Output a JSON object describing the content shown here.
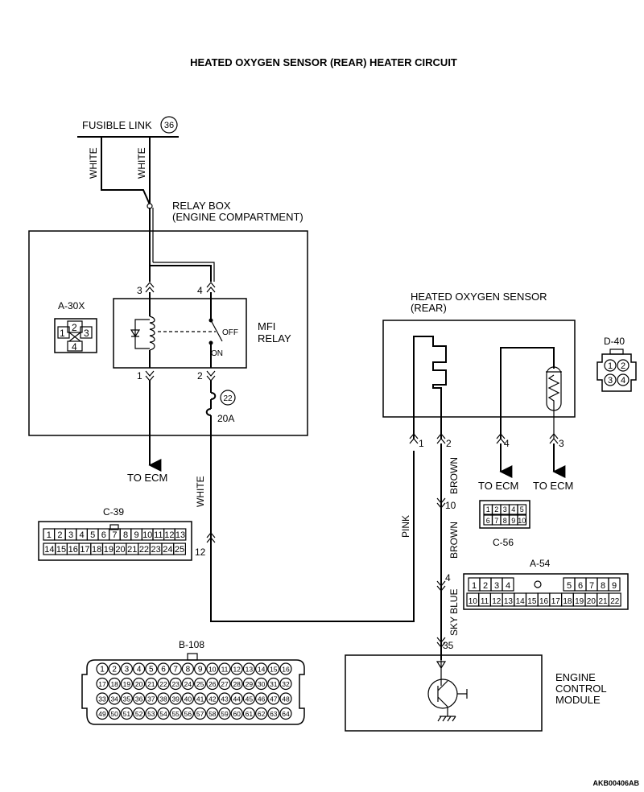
{
  "title": "HEATED OXYGEN SENSOR (REAR) HEATER CIRCUIT",
  "diagram_code": "AKB00406AB",
  "fusible_link": {
    "label": "FUSIBLE LINK",
    "number": "36"
  },
  "wire_colors": {
    "white_left": "WHITE",
    "white_right": "WHITE",
    "white_lower": "WHITE",
    "pink": "PINK",
    "brown_upper": "BROWN",
    "brown_lower": "BROWN",
    "sky_blue": "SKY BLUE"
  },
  "relay_box": {
    "line1": "RELAY BOX",
    "line2": "(ENGINE COMPARTMENT)",
    "relay_line1": "MFI",
    "relay_line2": "RELAY",
    "off_label": "OFF",
    "on_label": "ON",
    "pins": {
      "p3": "3",
      "p4": "4",
      "p1": "1",
      "p2": "2"
    }
  },
  "fuse": {
    "number": "22",
    "rating": "20A"
  },
  "to_ecm_left": "TO ECM",
  "to_ecm_mid": "TO ECM",
  "to_ecm_right": "TO ECM",
  "sensor": {
    "line1": "HEATED OXYGEN SENSOR",
    "line2": "(REAR)",
    "pins": {
      "p1": "1",
      "p2": "2",
      "p3": "3",
      "p4": "4"
    }
  },
  "connectors": {
    "a30x": {
      "name": "A-30X",
      "pins": [
        "1",
        "2",
        "3",
        "4"
      ]
    },
    "d40": {
      "name": "D-40",
      "pins": [
        "1",
        "2",
        "3",
        "4"
      ]
    },
    "c39": {
      "name": "C-39",
      "row1": [
        "1",
        "2",
        "3",
        "4",
        "5",
        "6",
        "7",
        "8",
        "9",
        "10",
        "11",
        "12",
        "13"
      ],
      "row2": [
        "14",
        "15",
        "16",
        "17",
        "18",
        "19",
        "20",
        "21",
        "22",
        "23",
        "24",
        "25"
      ],
      "pin_used": "12"
    },
    "c56": {
      "name": "C-56",
      "row1": [
        "1",
        "2",
        "3",
        "4",
        "5"
      ],
      "row2": [
        "6",
        "7",
        "8",
        "9",
        "10"
      ],
      "pin_used": "10"
    },
    "a54": {
      "name": "A-54",
      "row1": [
        "1",
        "2",
        "3",
        "4",
        "5",
        "6",
        "7",
        "8",
        "9"
      ],
      "row2": [
        "10",
        "11",
        "12",
        "13",
        "14",
        "15",
        "16",
        "17",
        "18",
        "19",
        "20",
        "21",
        "22"
      ],
      "pin_used": "4"
    },
    "b108": {
      "name": "B-108",
      "pin_used": "35",
      "rows": [
        [
          "1",
          "2",
          "3",
          "4",
          "5",
          "6",
          "7",
          "8",
          "9",
          "10",
          "11",
          "12",
          "13",
          "14",
          "15",
          "16"
        ],
        [
          "17",
          "18",
          "19",
          "20",
          "21",
          "22",
          "23",
          "24",
          "25",
          "26",
          "27",
          "28",
          "29",
          "30",
          "31",
          "32"
        ],
        [
          "33",
          "34",
          "35",
          "36",
          "37",
          "38",
          "39",
          "40",
          "41",
          "42",
          "43",
          "44",
          "45",
          "46",
          "47",
          "48"
        ],
        [
          "49",
          "50",
          "51",
          "52",
          "53",
          "54",
          "55",
          "56",
          "57",
          "58",
          "59",
          "60",
          "61",
          "62",
          "63",
          "64"
        ]
      ]
    }
  },
  "ecm": {
    "line1": "ENGINE",
    "line2": "CONTROL",
    "line3": "MODULE"
  }
}
